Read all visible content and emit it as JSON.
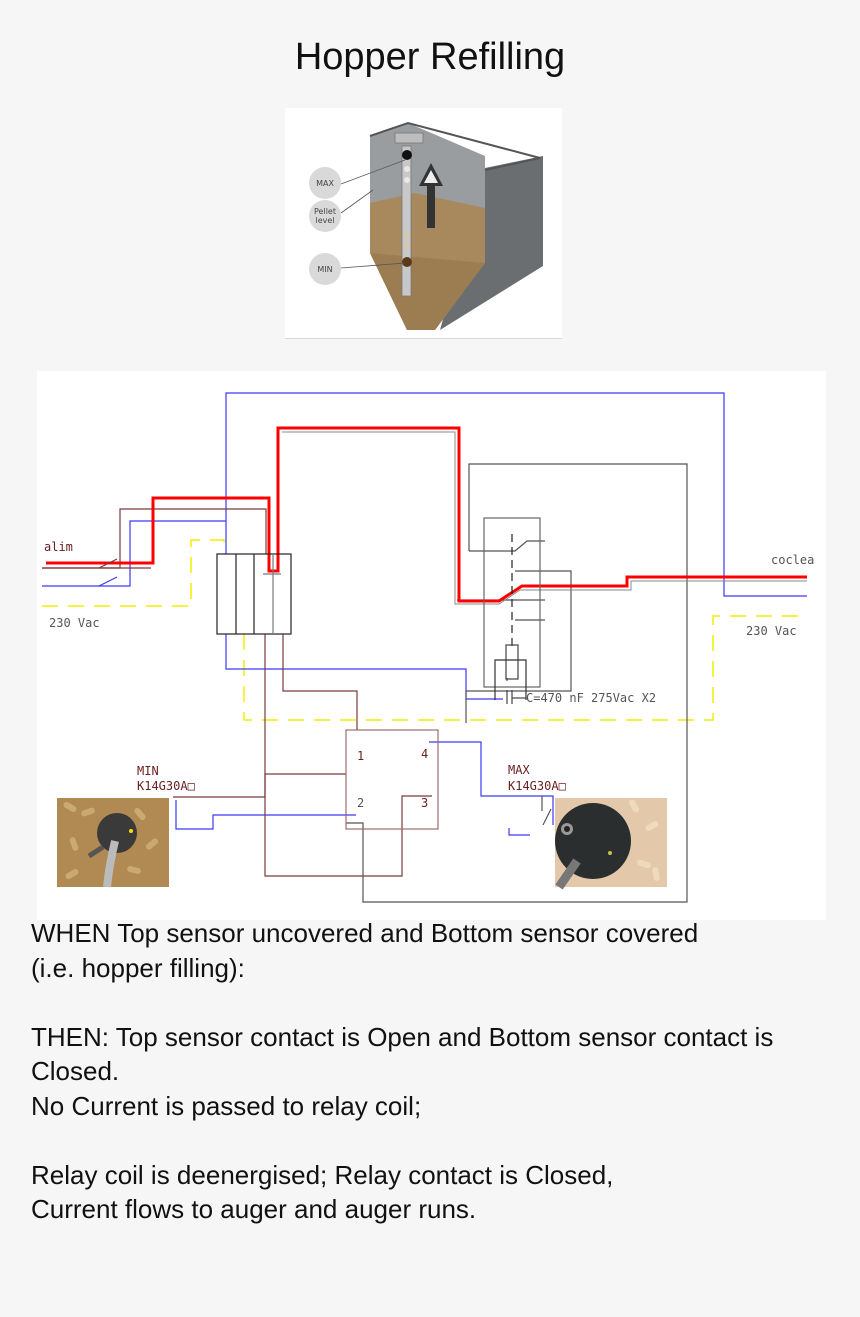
{
  "page": {
    "title": "Hopper Refilling"
  },
  "hopper_illustration": {
    "labels": {
      "max": "MAX",
      "pellet_level_line1": "Pellet",
      "pellet_level_line2": "level",
      "min": "MIN"
    },
    "arrow_direction": "up",
    "colors": {
      "pellet": "#a8895e",
      "wall": "#6b6e71",
      "empty_interior": "#9a9da0",
      "bubble": "#d9d9d9"
    }
  },
  "schematic": {
    "labels": {
      "supply_in": "alim",
      "supply_in_voltage": "230 Vac",
      "auger_out": "coclea",
      "auger_out_voltage": "230 Vac",
      "capacitor": "C=470 nF 275Vac   X2",
      "terminal_1": "1",
      "terminal_2": "2",
      "terminal_3": "3",
      "terminal_4": "4",
      "min_sensor_name": "MIN",
      "min_sensor_model": "K14G30A□",
      "max_sensor_name": "MAX",
      "max_sensor_model": "K14G30A□"
    },
    "wire_colors": {
      "live_active": "#ff0000",
      "live": "#7a3a3a",
      "neutral": "#3a3af0",
      "earth": "#f0f000",
      "control": "#555555",
      "terminal_box": "#9b6e6e"
    }
  },
  "description": {
    "paragraphs": [
      [
        "WHEN Top sensor uncovered and Bottom sensor covered",
        "(i.e. hopper filling):"
      ],
      [
        "THEN: Top sensor contact is Open and Bottom sensor contact is",
        "Closed.",
        "No Current is passed to relay coil;"
      ],
      [
        "Relay coil is deenergised; Relay contact is Closed,",
        "Current flows to auger and auger runs."
      ]
    ]
  }
}
